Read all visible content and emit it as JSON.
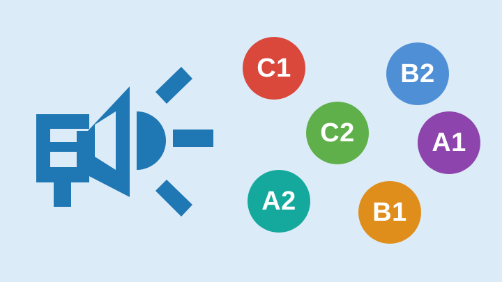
{
  "megaphone": {
    "icon": "megaphone-icon",
    "color": "#1f77b4"
  },
  "badges": [
    {
      "id": "badge-c1",
      "label": "C1",
      "color": "#d9483b"
    },
    {
      "id": "badge-b2",
      "label": "B2",
      "color": "#4f8fd6"
    },
    {
      "id": "badge-c2",
      "label": "C2",
      "color": "#5fb04a"
    },
    {
      "id": "badge-a1",
      "label": "A1",
      "color": "#8e44ad"
    },
    {
      "id": "badge-a2",
      "label": "A2",
      "color": "#14a99c"
    },
    {
      "id": "badge-b1",
      "label": "B1",
      "color": "#e08e1b"
    }
  ]
}
